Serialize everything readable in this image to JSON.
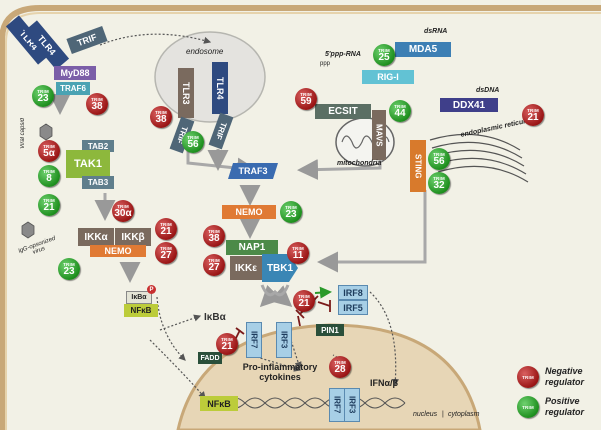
{
  "receptors": {
    "tlr4": "TLR4",
    "trif_top": "TRIF",
    "myd88": "MyD88",
    "traf6": "TRAF6",
    "tlr3": "TLR3",
    "tlr4_endo": "TLR4",
    "trif_a": "TRIF",
    "trif_b": "TRIF"
  },
  "compartments": {
    "endosome": "endosome",
    "mitochondria": "mitochondria",
    "endoplasmic_reticulum": "endoplasmic reticulum",
    "nucleus": "nucleus",
    "cytoplasm": "cytoplasm"
  },
  "ligands": {
    "dsrna": "dsRNA",
    "ppp_rna": "5'ppp-RNA",
    "ppp": "ppp",
    "dsdna": "dsDNA",
    "viral_capsid": "Viral capsid",
    "igg_virus": "IgG-opsonized virus"
  },
  "proteins": {
    "mda5": "MDA5",
    "rig_i": "RIG-I",
    "ecsit": "ECSIT",
    "mavs": "MAVS",
    "ddx41": "DDX41",
    "sting": "STING",
    "tab2": "TAB2",
    "tak1": "TAK1",
    "tab3": "TAB3",
    "traf3": "TRAF3",
    "nemo_mid": "NEMO",
    "ikka": "IKKα",
    "ikkb": "IKKβ",
    "nemo_left": "NEMO",
    "nap1": "NAP1",
    "ikke": "IKKε",
    "tbk1": "TBK1",
    "irf8": "IRF8",
    "irf5": "IRF5",
    "pin1": "PIN1",
    "ikba_p": "IκBα",
    "p": "P",
    "nfkb": "NFκB",
    "ikba_free": "IκBα",
    "irf7": "IRF7",
    "irf3": "IRF3",
    "fadd": "FADD",
    "nfkb_nuc": "NFκB",
    "irf7_nuc": "IRF7",
    "irf3_nuc": "IRF3"
  },
  "outputs": {
    "cytokines": "Pro-inflammatory cytokines",
    "ifn": "IFNα/β"
  },
  "trim_prefix": "TRIM",
  "trims": [
    {
      "id": "trim23-a",
      "num": "23",
      "type": "positive"
    },
    {
      "id": "trim38-a",
      "num": "38",
      "type": "negative"
    },
    {
      "id": "trim5a",
      "num": "5α",
      "type": "negative"
    },
    {
      "id": "trim8",
      "num": "8",
      "type": "positive"
    },
    {
      "id": "trim21-a",
      "num": "21",
      "type": "positive"
    },
    {
      "id": "trim30a",
      "num": "30α",
      "type": "negative"
    },
    {
      "id": "trim21-b",
      "num": "21",
      "type": "negative"
    },
    {
      "id": "trim27-a",
      "num": "27",
      "type": "negative"
    },
    {
      "id": "trim23-b",
      "num": "23",
      "type": "positive"
    },
    {
      "id": "trim38-b",
      "num": "38",
      "type": "negative"
    },
    {
      "id": "trim56-a",
      "num": "56",
      "type": "positive"
    },
    {
      "id": "trim25",
      "num": "25",
      "type": "positive"
    },
    {
      "id": "trim59",
      "num": "59",
      "type": "negative"
    },
    {
      "id": "trim44",
      "num": "44",
      "type": "positive"
    },
    {
      "id": "trim21-c",
      "num": "21",
      "type": "negative"
    },
    {
      "id": "trim56-b",
      "num": "56",
      "type": "positive"
    },
    {
      "id": "trim32",
      "num": "32",
      "type": "positive"
    },
    {
      "id": "trim23-c",
      "num": "23",
      "type": "positive"
    },
    {
      "id": "trim38-c",
      "num": "38",
      "type": "negative"
    },
    {
      "id": "trim27-b",
      "num": "27",
      "type": "negative"
    },
    {
      "id": "trim11",
      "num": "11",
      "type": "negative"
    },
    {
      "id": "trim21-d",
      "num": "21",
      "type": "negative"
    },
    {
      "id": "trim21-e",
      "num": "21",
      "type": "negative"
    },
    {
      "id": "trim28",
      "num": "28",
      "type": "negative"
    }
  ],
  "legend": {
    "negative": "Negative regulator",
    "positive": "Positive regulator"
  },
  "colors": {
    "negative": "#a31a1a",
    "positive": "#1e8f1e",
    "tlr": "#2e4a80",
    "trif": "#4f6677",
    "myd88": "#7b5ea8",
    "traf6": "#4aa3b3",
    "tak1": "#8db83c",
    "tab": "#5f7e8c",
    "traf3": "#3a6bb0",
    "nemo": "#e07a34",
    "ikk": "#7a6a5e",
    "nap1": "#4c8a48",
    "tbk1": "#3a86b5",
    "irf_blue": "#a7cfe6",
    "nfkb": "#bccc3a",
    "sting": "#d87a2c",
    "mda5": "#3d7fb4",
    "rigi": "#62c2d4",
    "ecsit": "#5b6f64",
    "ddx41": "#3f3f8a",
    "background": "#f2f1e6"
  }
}
